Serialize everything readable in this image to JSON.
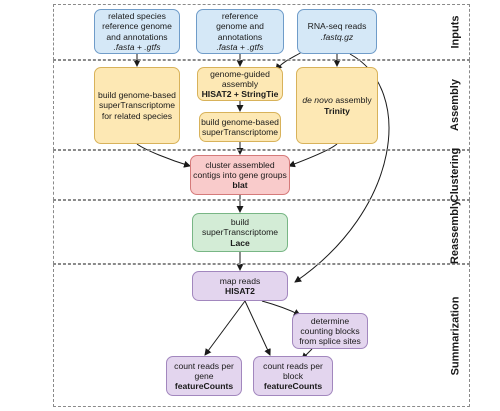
{
  "stages": [
    {
      "id": "inputs",
      "label": "Inputs"
    },
    {
      "id": "assembly",
      "label": "Assembly"
    },
    {
      "id": "clustering",
      "label": "Clustering"
    },
    {
      "id": "reassembly",
      "label": "Reassembly"
    },
    {
      "id": "summarization",
      "label": "Summarization"
    }
  ],
  "nodes": {
    "related_species": {
      "lines": [
        "related species",
        "reference genome",
        "and annotations"
      ],
      "files": ".fasta + .gtfs"
    },
    "reference_genome": {
      "lines": [
        "reference",
        "genome and",
        "annotations"
      ],
      "files": ".fasta + .gtfs"
    },
    "rnaseq_reads": {
      "lines": [
        "RNA-seq reads"
      ],
      "files": ".fastq.gz"
    },
    "build_related": {
      "lines": [
        "build genome-based",
        "superTranscriptome",
        "for related species"
      ]
    },
    "genome_guided": {
      "lines": [
        "genome-guided",
        "assembly"
      ],
      "tool": "HISAT2 + StringTie"
    },
    "build_genome_based": {
      "lines": [
        "build genome-based",
        "superTranscriptome"
      ]
    },
    "denovo": {
      "italic": "de novo",
      "rest": " assembly",
      "tool": "Trinity"
    },
    "cluster": {
      "lines": [
        "cluster assembled",
        "contigs into gene groups"
      ],
      "tool": "blat"
    },
    "lace": {
      "lines": [
        "build",
        "superTranscriptome"
      ],
      "tool": "Lace"
    },
    "map_reads": {
      "lines": [
        "map reads"
      ],
      "tool": "HISAT2"
    },
    "counting_blocks": {
      "lines": [
        "determine",
        "counting blocks",
        "from splice sites"
      ]
    },
    "count_gene": {
      "lines": [
        "count reads per",
        "gene"
      ],
      "tool": "featureCounts"
    },
    "count_block": {
      "lines": [
        "count reads per",
        "block"
      ],
      "tool": "featureCounts"
    }
  }
}
